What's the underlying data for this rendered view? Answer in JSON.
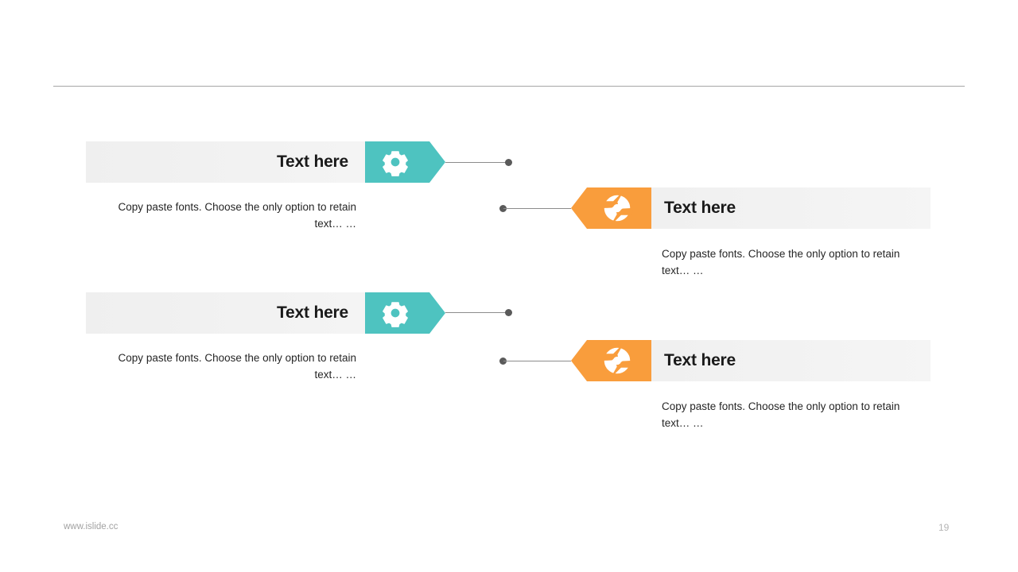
{
  "slide": {
    "page_number": "19",
    "footer_url": "www.islide.cc",
    "colors": {
      "teal": "#4EC3C0",
      "orange": "#F99D3C",
      "bar_grey": "#F1F1F1",
      "divider": "#A6A6A6",
      "connector": "#8C8C8C",
      "dot": "#5A5A5A",
      "title_text": "#1A1A1A",
      "body_text": "#262626",
      "footer_text": "#A2A2A2"
    }
  },
  "items": [
    {
      "id": "left-1",
      "side": "left",
      "accent": "teal",
      "icon": "gear-icon",
      "title": "Text here",
      "body": "Copy paste fonts. Choose the only option to retain text… …"
    },
    {
      "id": "right-1",
      "side": "right",
      "accent": "orange",
      "icon": "aperture-icon",
      "title": "Text here",
      "body": "Copy paste fonts. Choose the only option to retain text… …"
    },
    {
      "id": "left-2",
      "side": "left",
      "accent": "teal",
      "icon": "gear-icon",
      "title": "Text here",
      "body": "Copy paste fonts. Choose the only option to retain text… …"
    },
    {
      "id": "right-2",
      "side": "right",
      "accent": "orange",
      "icon": "aperture-icon",
      "title": "Text here",
      "body": "Copy paste fonts. Choose the only option to retain text… …"
    }
  ]
}
